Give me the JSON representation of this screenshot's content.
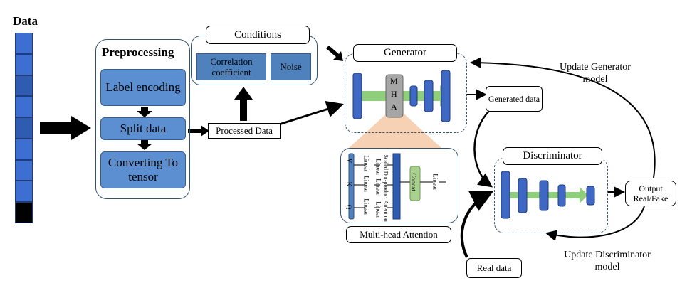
{
  "data_column": {
    "label": "Data",
    "cells": [
      "#3d6fd3",
      "#3d6fd3",
      "#2f5bb0",
      "#3d6fd3",
      "#2f5bb0",
      "#3d6fd3",
      "#3d6fd3",
      "#3d6fd3",
      "#000000"
    ]
  },
  "preprocessing": {
    "title": "Preprocessing",
    "label_encoding": "Label encoding",
    "split_data": "Split data",
    "converting": "Converting To tensor"
  },
  "conditions": {
    "title": "Conditions",
    "correlation": "Correlation coefficient",
    "noise": "Noise"
  },
  "processed_data": "Processed Data",
  "generator": {
    "title": "Generator",
    "mha_letters": [
      "M",
      "H",
      "A"
    ]
  },
  "generated_data": "Generated data",
  "update_generator": "Update Generator model",
  "mha_panel": {
    "title": "Multi-head Attention",
    "inputs": [
      "V",
      "K",
      "Q"
    ],
    "linear": "Linear",
    "scaled": "Scaled Dot-product Attention",
    "concat": "Concat",
    "linear_out": "Linear"
  },
  "discriminator": {
    "title": "Discriminator"
  },
  "output": "Output Real/Fake",
  "real_data": "Real data",
  "update_discriminator": "Update Discriminator model",
  "colors": {
    "box_blue": "#4f81bd",
    "bar_blue": "#3f67c4",
    "arrow_green": "#8fce7a",
    "mha_gray": "#a6a6a6",
    "concat_green": "#a9d18e"
  }
}
